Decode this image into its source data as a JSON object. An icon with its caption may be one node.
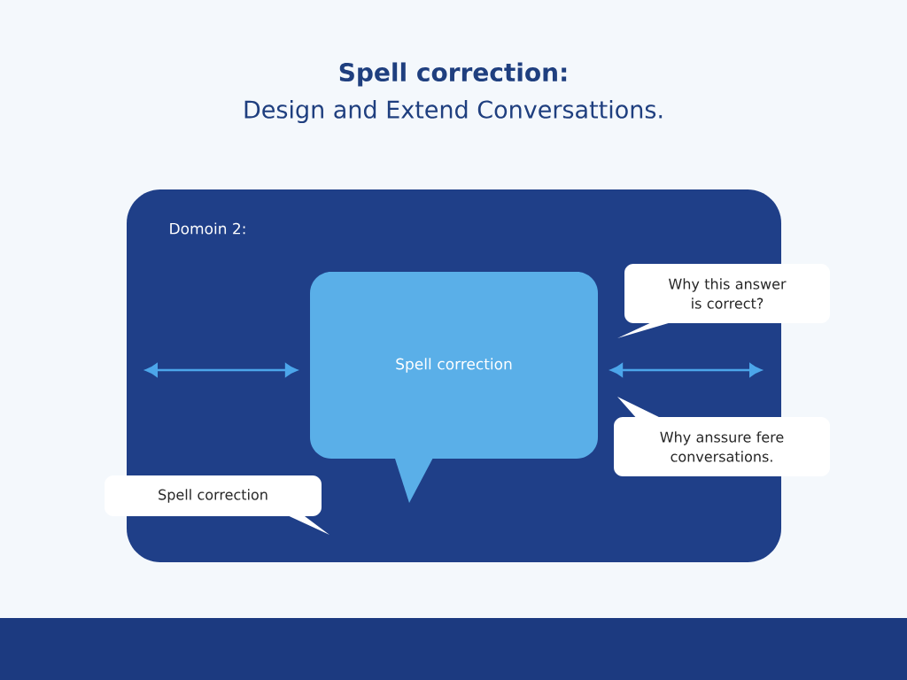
{
  "diagram": {
    "title": "Spell correction:",
    "nodes": [
      {
        "text": [
          "Domoin 2:"
        ]
      },
      {
        "text": [
          "Spell correction"
        ],
        "in": 0
      },
      {
        "text": [
          "Why this answer is correct?"
        ]
      },
      {
        "text": [
          "Why anssure fere conversations."
        ]
      },
      {
        "text": [
          "Spell correction"
        ]
      }
    ],
    "edges": [
      {
        "from": null,
        "to": 1,
        "arrow": "both"
      },
      {
        "from": 1,
        "to": null,
        "arrow": "both"
      }
    ],
    "labels": [
      "Design and Extend Conversattions."
    ]
  }
}
